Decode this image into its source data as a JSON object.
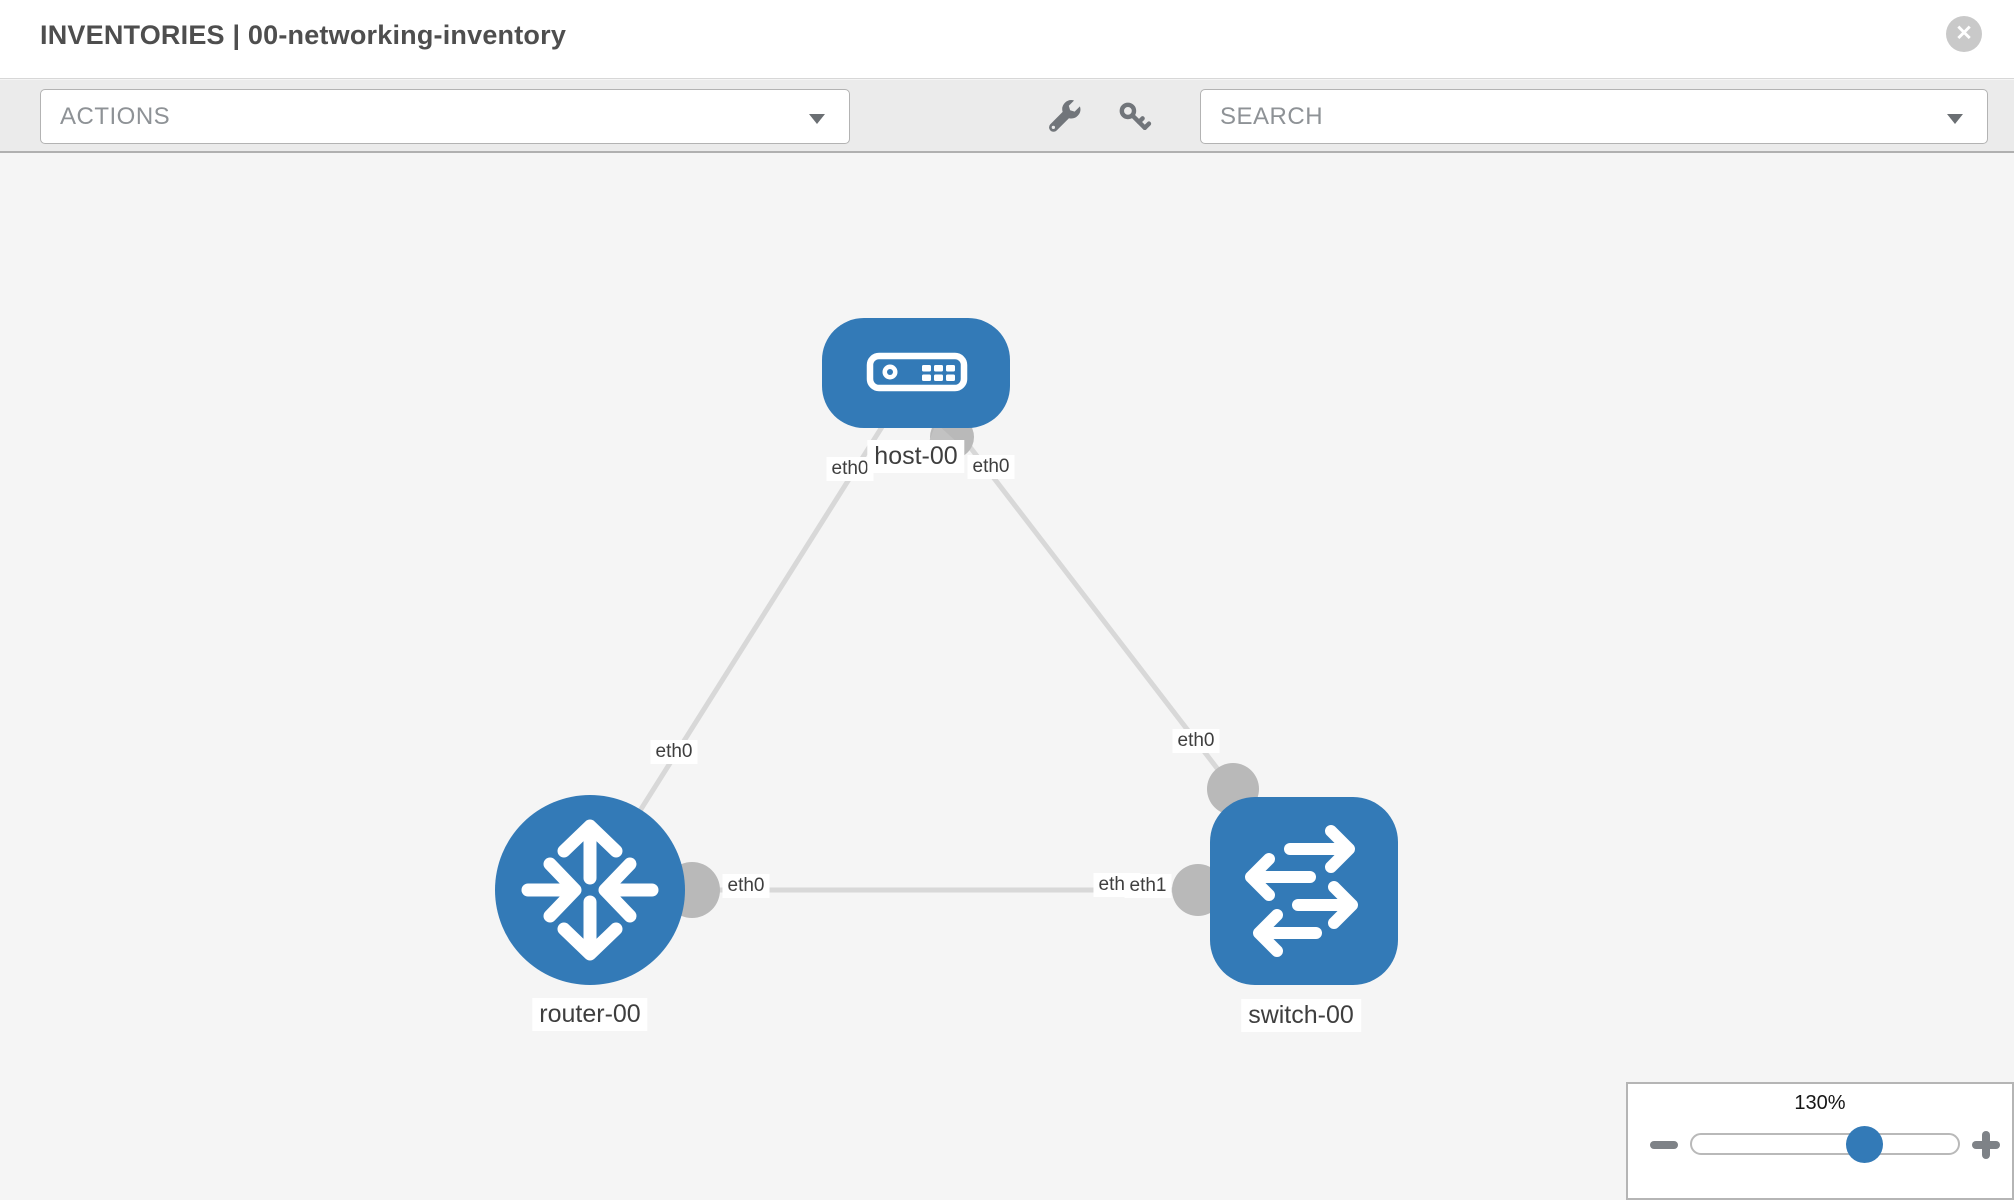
{
  "header": {
    "title": "INVENTORIES | 00-networking-inventory",
    "close_glyph": "✕"
  },
  "toolbar": {
    "actions_placeholder": "ACTIONS",
    "search_placeholder": "SEARCH",
    "icon_buttons": [
      "wrench-icon",
      "key-icon"
    ]
  },
  "topology": {
    "nodes": [
      {
        "label": "host-00",
        "type": "host"
      },
      {
        "label": "router-00",
        "type": "router"
      },
      {
        "label": "switch-00",
        "type": "switch"
      }
    ],
    "links": [
      {
        "from": "host-00",
        "to": "router-00"
      },
      {
        "from": "host-00",
        "to": "switch-00"
      },
      {
        "from": "router-00",
        "to": "switch-00"
      }
    ],
    "interface_labels": {
      "host_left": "eth0",
      "host_right": "eth0",
      "router_host_link": "eth0",
      "switch_host_link": "eth0",
      "router_switch_router_side": "eth0",
      "router_switch_switch_side_back": "eth1",
      "router_switch_switch_side_front": "eth1"
    },
    "colors": {
      "node_blue": "#337ab7",
      "link_gray": "#d8d8d8",
      "stub_gray": "#b9b9b9",
      "label_text": "#3e3e3e"
    }
  },
  "zoom_control": {
    "value": "130%",
    "minus_glyph": "−",
    "plus_glyph": "+",
    "slider_position": 0.66
  }
}
